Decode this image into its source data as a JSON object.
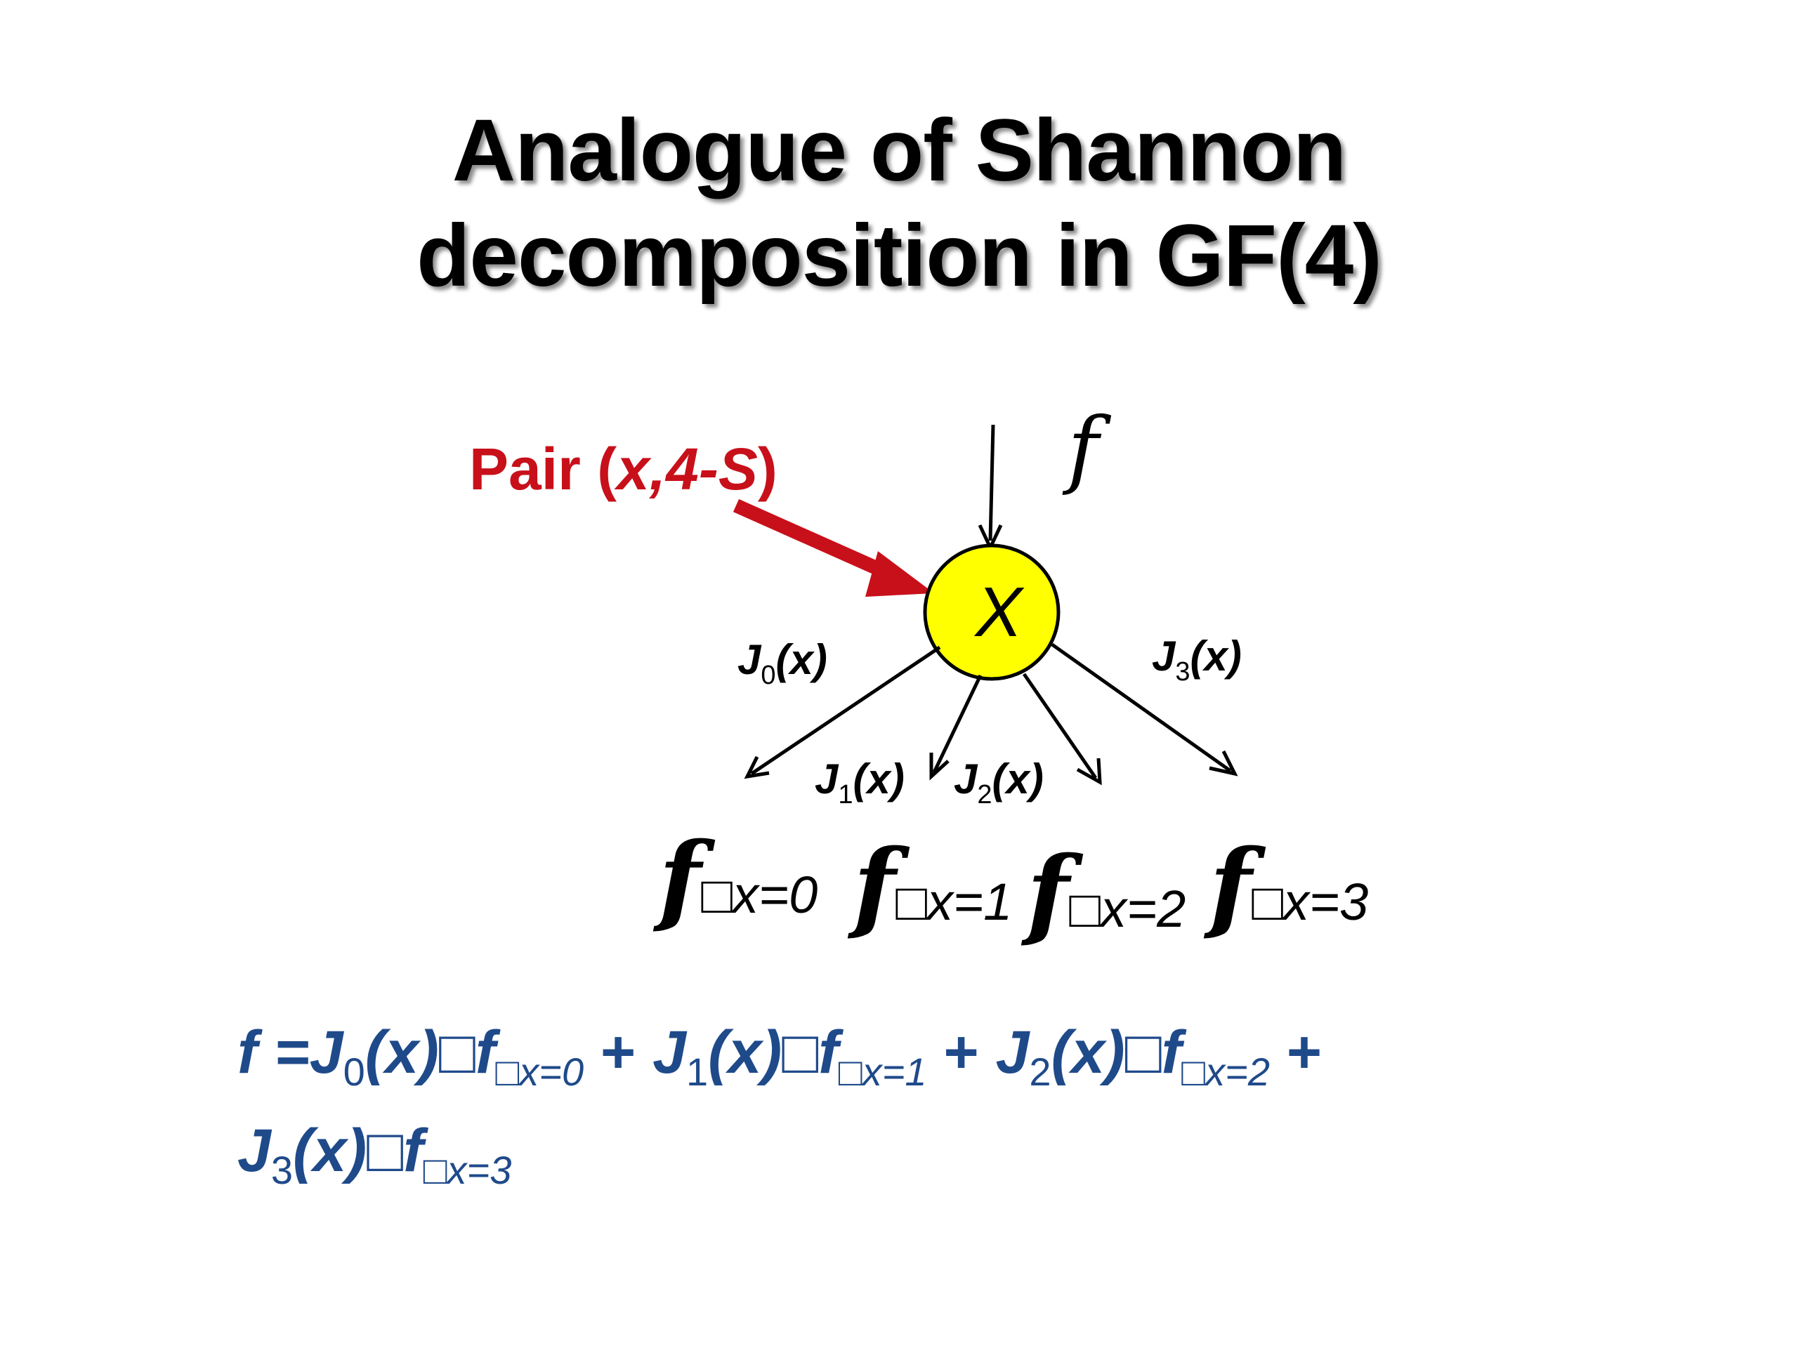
{
  "title": {
    "line1": "Analogue of Shannon",
    "line2": "decomposition in GF(4)"
  },
  "pair_label": {
    "prefix": "Pair (",
    "variable": "x,4-S",
    "suffix": ")"
  },
  "input_function": "f",
  "node_variable": "X",
  "edges": [
    {
      "name": "J",
      "index": "0",
      "arg": "(x)"
    },
    {
      "name": "J",
      "index": "1",
      "arg": "(x)"
    },
    {
      "name": "J",
      "index": "2",
      "arg": "(x)"
    },
    {
      "name": "J",
      "index": "3",
      "arg": "(x)"
    }
  ],
  "cofactors": [
    {
      "f": "f",
      "sub": "x=0"
    },
    {
      "f": "f",
      "sub": "x=1"
    },
    {
      "f": "f",
      "sub": "x=2"
    },
    {
      "f": "f",
      "sub": "x=3"
    }
  ],
  "glyph_box": "□",
  "equation": {
    "lhs": "f =",
    "terms": [
      {
        "J": "J",
        "idx": "0",
        "arg": "(x)",
        "f": "f",
        "sub": "x=0",
        "op": " + "
      },
      {
        "J": "J",
        "idx": "1",
        "arg": "(x)",
        "f": "f",
        "sub": "x=1",
        "op": " + "
      },
      {
        "J": "J",
        "idx": "2",
        "arg": "(x)",
        "f": "f",
        "sub": "x=2",
        "op": " +"
      },
      {
        "J": "J",
        "idx": "3",
        "arg": "(x)",
        "f": "f",
        "sub": "x=3",
        "op": ""
      }
    ]
  },
  "colors": {
    "pair_red": "#c8101a",
    "node_yellow": "#ffff00",
    "equation_blue": "#1f4a8a"
  }
}
